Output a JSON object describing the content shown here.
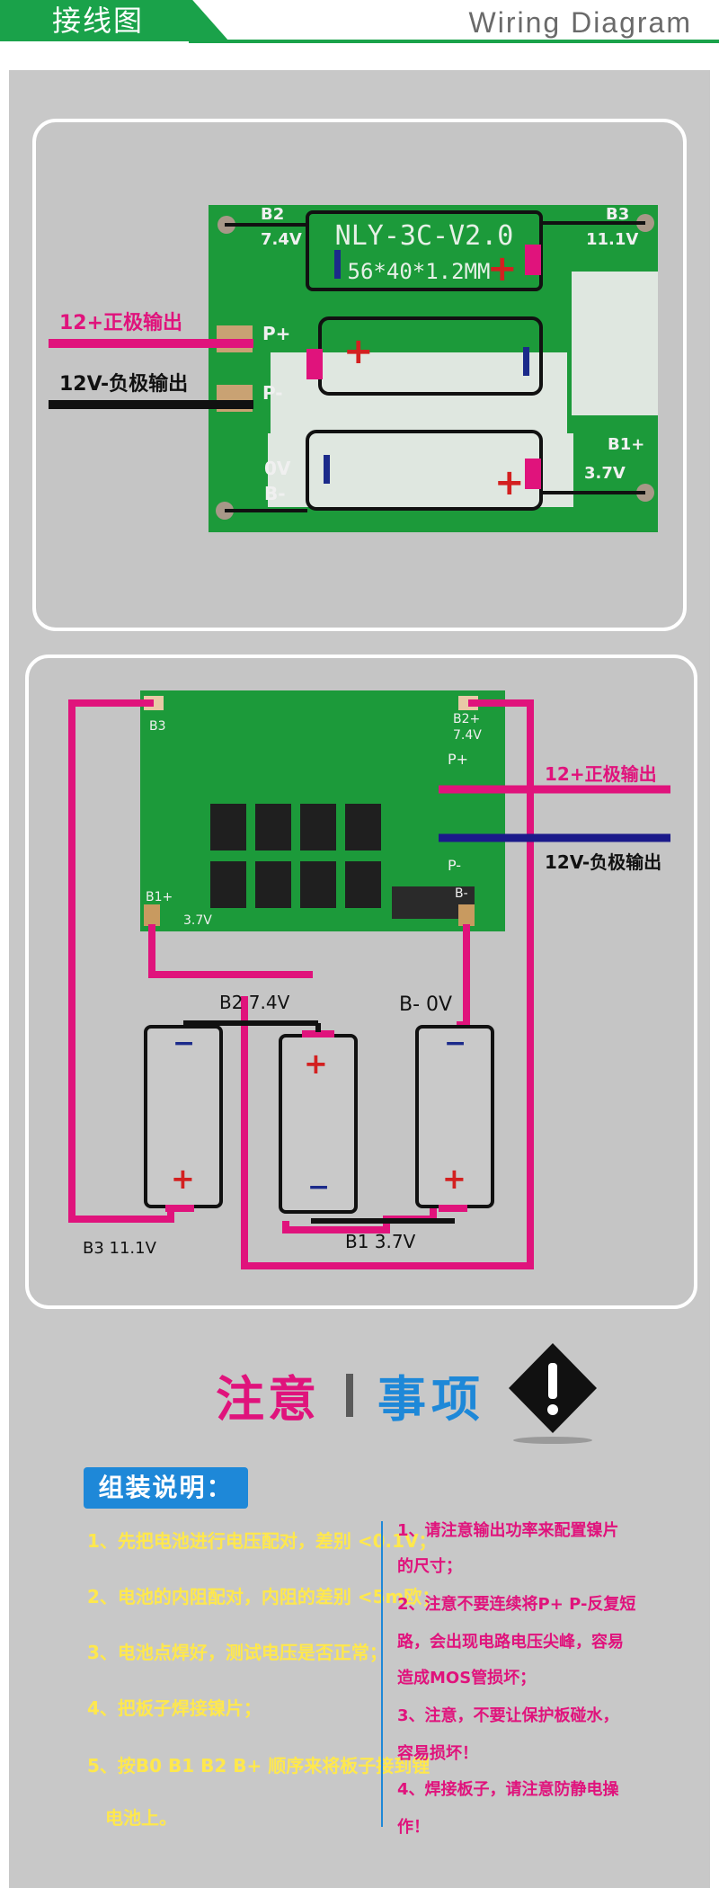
{
  "header": {
    "title_cn": "接线图",
    "title_en": "Wiring Diagram"
  },
  "colors": {
    "green": "#1aa24a",
    "pink": "#e0137c",
    "blue": "#1e88d8",
    "yellow": "#ffe84d",
    "panel_bg": "#c5c5c5"
  },
  "diagram1": {
    "board_silk_top": "NLY-3C-V2.0",
    "board_silk_size": "56*40*1.2MM",
    "pad_labels": {
      "b2": "B2",
      "v74": "7.4V",
      "b3": "B3",
      "v111": "11.1V",
      "p_plus": "P+",
      "p_minus": "P-",
      "ov": "0V",
      "b_minus": "B-",
      "b1_plus": "B1+",
      "v37": "3.7V"
    },
    "positive_output": "12+正极输出",
    "negative_output": "12V-负极输出"
  },
  "diagram2": {
    "positive_output": "12+正极输出",
    "negative_output": "12V-负极输出",
    "b2_label": "B2 7.4V",
    "b_minus_label": "B- 0V",
    "b3_label": "B3 11.1V",
    "b1_label": "B1 3.7V",
    "board_pads": {
      "b3": "B3",
      "b2": "B2+",
      "v74": "7.4V",
      "p_plus": "P+",
      "p_minus": "P-",
      "b1_plus": "B1+",
      "v37": "3.7V",
      "b_minus": "B-"
    }
  },
  "notes": {
    "title_main": "注意",
    "title_sub": "事项",
    "assembly_title": "组装说明：",
    "assembly_items": [
      "1、先把电池进行电压配对，差别 <0.1V；",
      "2、电池的内阻配对，内阻的差别 <5m欧；",
      "3、电池点焊好，测试电压是否正常；",
      "4、把板子焊接镍片；",
      "5、按B0   B1   B2   B+ 顺序来将板子接到锂",
      "电池上。"
    ],
    "caution_items": [
      "1、请注意输出功率来配置镍片",
      "的尺寸；",
      "2、注意不要连续将P+ P-反复短",
      "路，会出现电路电压尖峰，容易",
      "造成MOS管损坏；",
      "3、注意，不要让保护板碰水，",
      "容易损坏！",
      "4、焊接板子，请注意防静电操",
      "作！"
    ]
  }
}
